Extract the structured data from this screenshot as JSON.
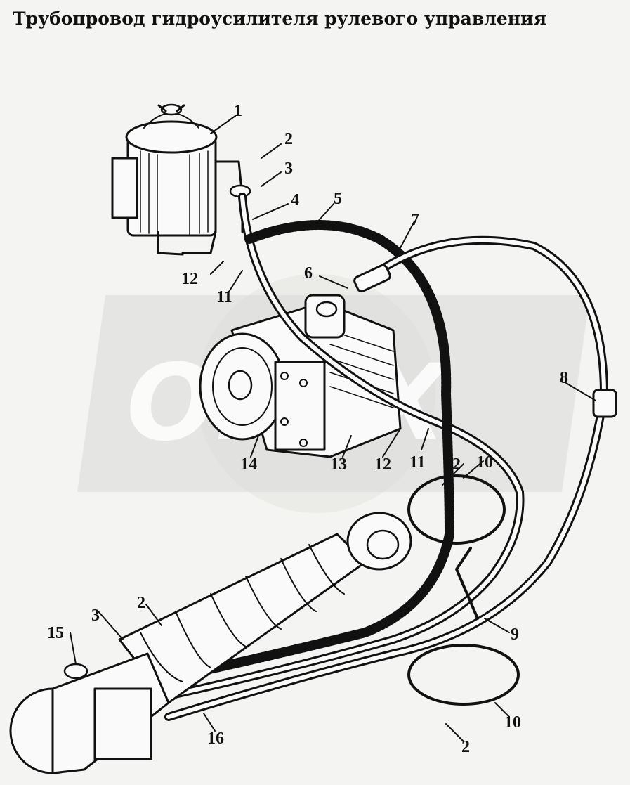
{
  "title": "Трубопровод гидроусилителя рулевого управления",
  "watermark": "OPEX",
  "colors": {
    "ink": "#111111",
    "paper": "#f4f4f2",
    "watermark": "#d9d9d7"
  },
  "callouts": [
    {
      "id": "c1",
      "text": "1"
    },
    {
      "id": "c2a",
      "text": "2"
    },
    {
      "id": "c3a",
      "text": "3"
    },
    {
      "id": "c4",
      "text": "4"
    },
    {
      "id": "c5",
      "text": "5"
    },
    {
      "id": "c6",
      "text": "6"
    },
    {
      "id": "c7",
      "text": "7"
    },
    {
      "id": "c8",
      "text": "8"
    },
    {
      "id": "c9",
      "text": "9"
    },
    {
      "id": "c10a",
      "text": "10"
    },
    {
      "id": "c10b",
      "text": "10"
    },
    {
      "id": "c11a",
      "text": "11"
    },
    {
      "id": "c11b",
      "text": "11"
    },
    {
      "id": "c12a",
      "text": "12"
    },
    {
      "id": "c12b",
      "text": "12"
    },
    {
      "id": "c13",
      "text": "13"
    },
    {
      "id": "c14",
      "text": "14"
    },
    {
      "id": "c15",
      "text": "15"
    },
    {
      "id": "c16",
      "text": "16"
    },
    {
      "id": "c2b",
      "text": "2"
    },
    {
      "id": "c2c",
      "text": "2"
    },
    {
      "id": "c3b",
      "text": "3"
    },
    {
      "id": "c2d",
      "text": "2"
    }
  ]
}
